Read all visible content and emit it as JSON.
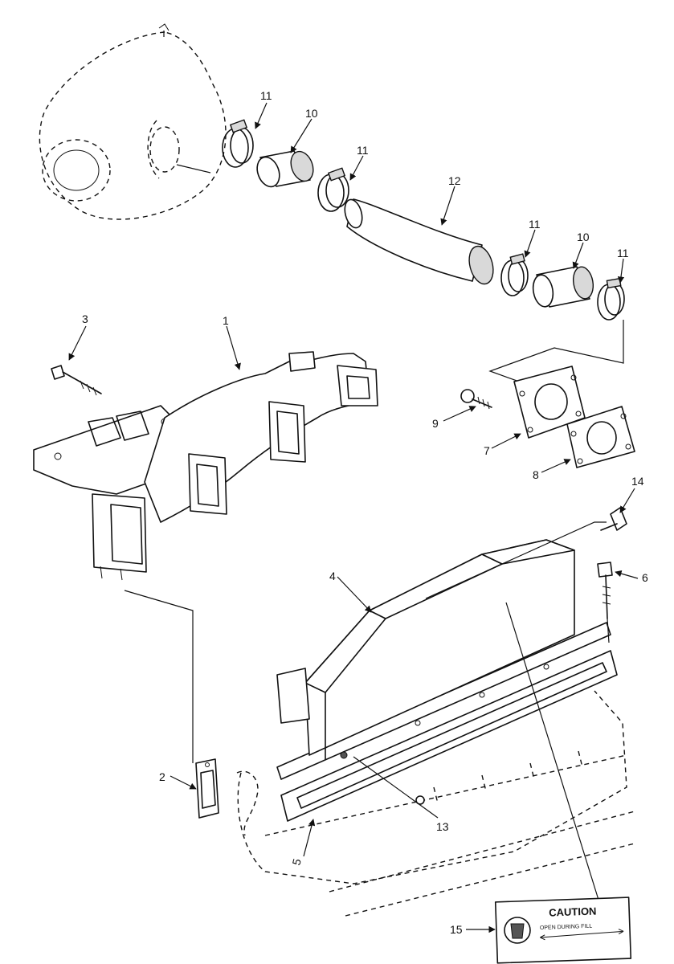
{
  "callouts": {
    "c1": "1",
    "c2": "2",
    "c3": "3",
    "c4": "4",
    "c5": "5",
    "c6": "6",
    "c7": "7",
    "c8": "8",
    "c9": "9",
    "c10a": "10",
    "c10b": "10",
    "c11a": "11",
    "c11b": "11",
    "c11c": "11",
    "c11d": "11",
    "c12": "12",
    "c13": "13",
    "c14": "14",
    "c15": "15"
  },
  "decal": {
    "title": "CAUTION",
    "subtitle": "OPEN DURING FILL"
  }
}
